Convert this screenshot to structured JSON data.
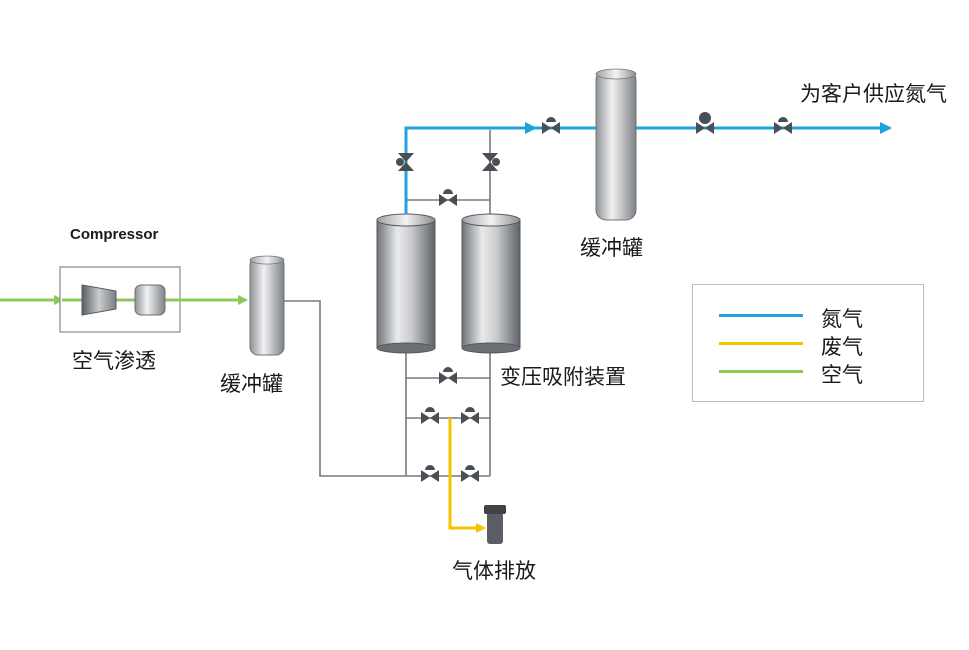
{
  "labels": {
    "compressor": "Compressor",
    "membrane": "空气渗透",
    "buffer_tank_1": "缓冲罐",
    "buffer_tank_2": "缓冲罐",
    "psa_unit": "变压吸附装置",
    "gas_vent": "气体排放",
    "supply": "为客户供应氮气"
  },
  "legend": {
    "items": [
      {
        "label": "氮气",
        "color": "#1fa3dd"
      },
      {
        "label": "废气",
        "color": "#f5c400"
      },
      {
        "label": "空气",
        "color": "#8cc85a"
      }
    ]
  },
  "colors": {
    "nitrogen": "#1fa3dd",
    "waste_gas": "#f5c400",
    "air": "#8cc85a",
    "pipe": "#7a7a7a",
    "valve": "#4a4f55"
  }
}
